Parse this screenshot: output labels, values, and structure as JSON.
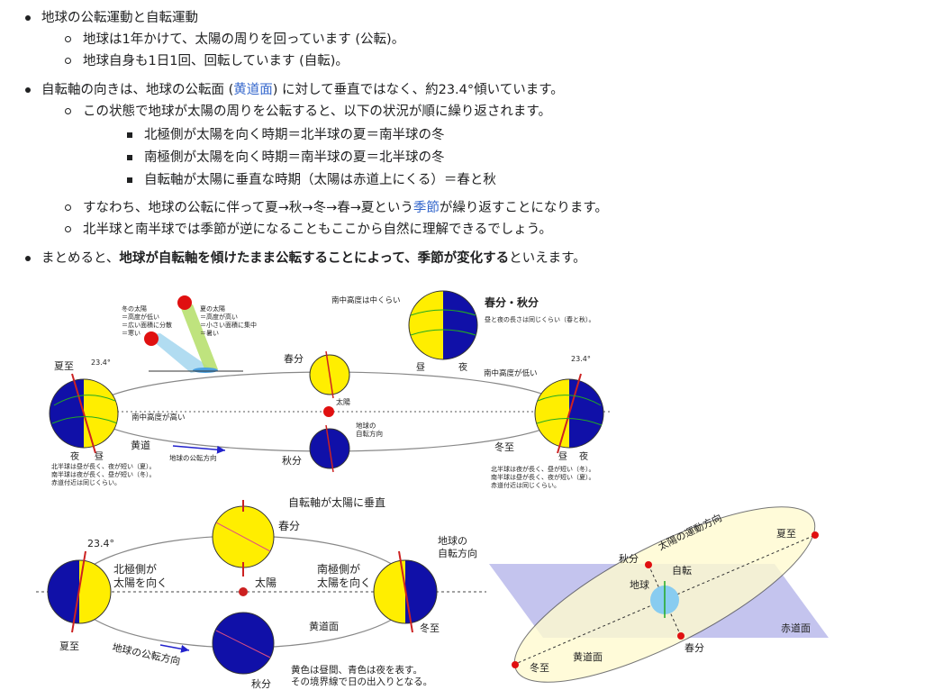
{
  "bullets": [
    {
      "text": "地球の公転運動と自転運動",
      "sub": [
        "地球は1年かけて、太陽の周りを回っています (公転)。",
        "地球自身も1日1回、回転しています (自転)。"
      ]
    },
    {
      "text_before": "自転軸の向きは、地球の公転面 (",
      "link": "黄道面",
      "text_after": ") に対して垂直ではなく、約23.4°傾いています。",
      "sub1": "この状態で地球が太陽の周りを公転すると、以下の状況が順に繰り返されます。",
      "sub1_items": [
        "北極側が太陽を向く時期＝北半球の夏＝南半球の冬",
        "南極側が太陽を向く時期＝南半球の夏＝北半球の冬",
        "自転軸が太陽に垂直な時期（太陽は赤道上にくる）＝春と秋"
      ],
      "sub2_before": "すなわち、地球の公転に伴って夏→秋→冬→春→夏という",
      "sub2_link": "季節",
      "sub2_after": "が繰り返すことになります。",
      "sub3": "北半球と南半球では季節が逆になることもここから自然に理解できるでしょう。"
    },
    {
      "text_before": "まとめると、",
      "bold": "地球が自転軸を傾けたまま公転することによって、季節が変化する",
      "text_after": "といえます。"
    }
  ],
  "diagram1": {
    "winter_sun": "冬の太陽\n＝高度が低い\n＝広い面積に分散\n＝寒い",
    "summer_sun": "夏の太陽\n＝高度が高い\n＝小さい面積に集中\n＝暑い",
    "noon_mid": "南中高度は中くらい",
    "equinox_title": "春分・秋分",
    "equinox_note": "昼と夜の長さは同じくらい（春と秋）。",
    "day": "昼",
    "night": "夜",
    "summer": "夏至",
    "angle": "23.4°",
    "vernal": "春分",
    "sun": "太陽",
    "noon_low": "南中高度が低い",
    "noon_high": "南中高度が高い",
    "rotation_dir": "地球の\n自転方向",
    "ecliptic": "黄道",
    "revolution": "地球の公転方向",
    "autumnal": "秋分",
    "winter": "冬至",
    "summer_note": "北半球は昼が長く、夜が短い（夏）。\n南半球は夜が長く、昼が短い（冬）。\n赤道付近は同じくらい。",
    "winter_note": "北半球は夜が長く、昼が短い（冬）。\n南半球は昼が長く、夜が短い（夏）。\n赤道付近は同じくらい。"
  },
  "diagram2": {
    "perp": "自転軸が太陽に垂直",
    "vernal": "春分",
    "angle": "23.4°",
    "north_toward": "北極側が\n太陽を向く",
    "south_toward": "南極側が\n太陽を向く",
    "rotation_dir": "地球の\n自転方向",
    "sun": "太陽",
    "ecliptic": "黄道面",
    "summer": "夏至",
    "winter": "冬至",
    "revolution": "地球の公転方向",
    "autumnal": "秋分",
    "caption": "黄色は昼間、青色は夜を表す。\nその境界線で日の出入りとなる。"
  },
  "diagram3": {
    "sun_motion": "太陽の運動方向",
    "summer": "夏至",
    "autumnal": "秋分",
    "rotation": "自転",
    "earth": "地球",
    "equator_plane": "赤道面",
    "ecliptic": "黄道面",
    "vernal": "春分",
    "winter": "冬至"
  },
  "colors": {
    "day": "#ffee00",
    "night": "#1010a8",
    "sun": "#e01010",
    "link": "#3366cc"
  }
}
